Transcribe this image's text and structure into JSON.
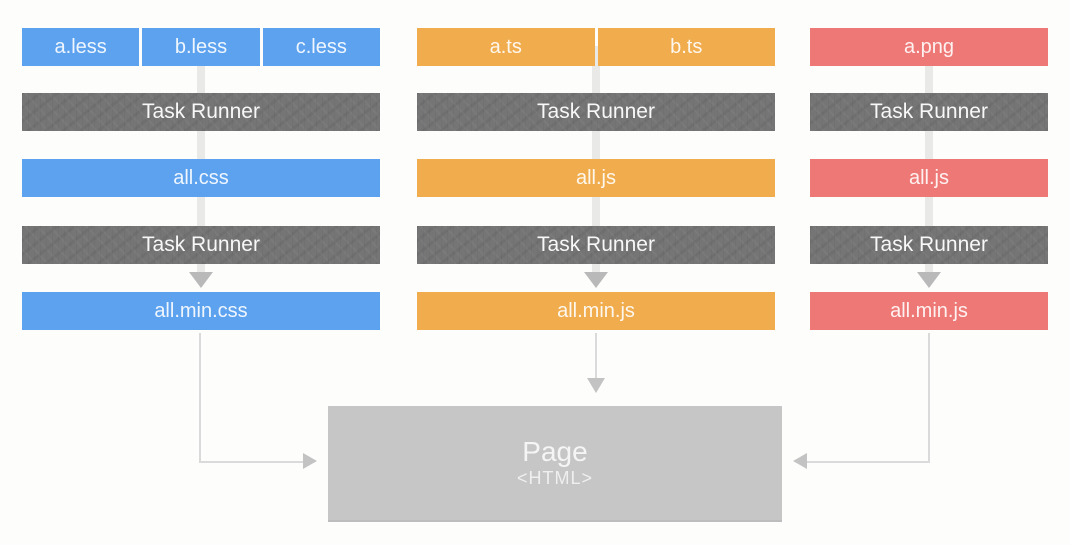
{
  "diagram": {
    "description": "Task runner build pipeline diagram",
    "task_runner_label": "Task Runner",
    "colors": {
      "less_blue": "#5da2ef",
      "ts_orange": "#f0ac4d",
      "asset_red": "#ee7876",
      "task_runner_gray": "#757575",
      "page_gray": "#c6c6c6",
      "connector_light_gray": "#e9e9e7",
      "arrow_gray": "#c3c3c3",
      "background": "#fdfdfc"
    },
    "columns": [
      {
        "id": "less-pipeline",
        "sources": [
          "a.less",
          "b.less",
          "c.less"
        ],
        "task1": "Task Runner",
        "bundle": "all.css",
        "task2": "Task Runner",
        "output": "all.min.css"
      },
      {
        "id": "ts-pipeline",
        "sources": [
          "a.ts",
          "b.ts"
        ],
        "task1": "Task Runner",
        "bundle": "all.js",
        "task2": "Task Runner",
        "output": "all.min.js"
      },
      {
        "id": "png-pipeline",
        "sources": [
          "a.png"
        ],
        "task1": "Task Runner",
        "bundle": "all.js",
        "task2": "Task Runner",
        "output": "all.min.js"
      }
    ],
    "page": {
      "title": "Page",
      "subtitle": "<HTML>"
    }
  }
}
